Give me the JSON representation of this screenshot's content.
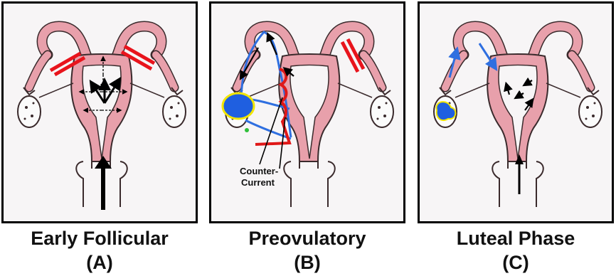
{
  "panels": [
    {
      "title": "Early Follicular",
      "label": "(A)"
    },
    {
      "title": "Preovulatory",
      "label": "(B)",
      "annotation": [
        "Counter-",
        "Current"
      ]
    },
    {
      "title": "Luteal Phase",
      "label": "(C)"
    }
  ],
  "colors": {
    "uterus_fill": "#e8a0ab",
    "uterus_outline": "#3a2a2c",
    "block_red": "#e8141c",
    "flow_blue": "#2f6fe0",
    "counter_current_red": "#e01818",
    "ovary_highlight": "#f2e600",
    "arrow_black": "#000000"
  }
}
